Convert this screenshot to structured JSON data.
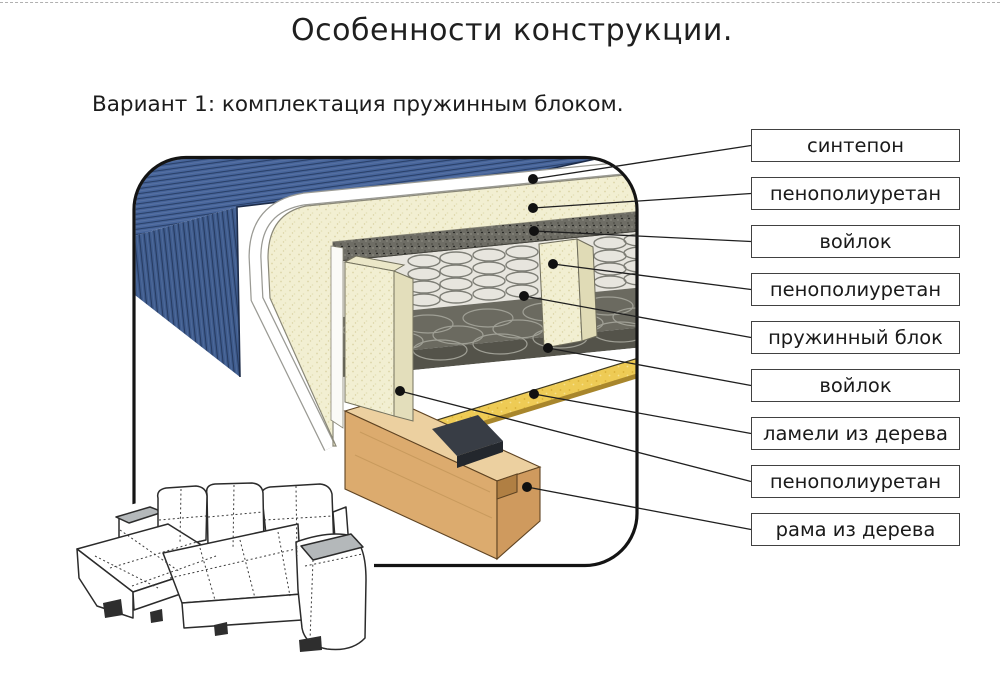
{
  "page": {
    "title": "Особенности конструкции.",
    "subtitle": "Вариант 1: комплектация пружинным блоком.",
    "background": "#ffffff"
  },
  "diagram": {
    "callouts": [
      {
        "text": "синтепон"
      },
      {
        "text": "пенополиуретан"
      },
      {
        "text": "войлок"
      },
      {
        "text": "пенополиуретан"
      },
      {
        "text": "пружинный блок"
      },
      {
        "text": "войлок"
      },
      {
        "text": "ламели из дерева"
      },
      {
        "text": "пенополиуретан"
      },
      {
        "text": "рама из дерева"
      }
    ],
    "colors": {
      "denim": "#47659b",
      "denim_stripe": "#283e63",
      "foam": "#f2efd2",
      "felt": "#6e6d65",
      "felt_dark": "#54534a",
      "spring_coil": "#7e7e76",
      "slat": "#eecb55",
      "wood_top": "#ecd0a0",
      "wood_front": "#dcab6e",
      "wood_end": "#cf9a5e",
      "bracket": "#343941",
      "frame_border": "#141414",
      "label_border": "#414141"
    }
  }
}
